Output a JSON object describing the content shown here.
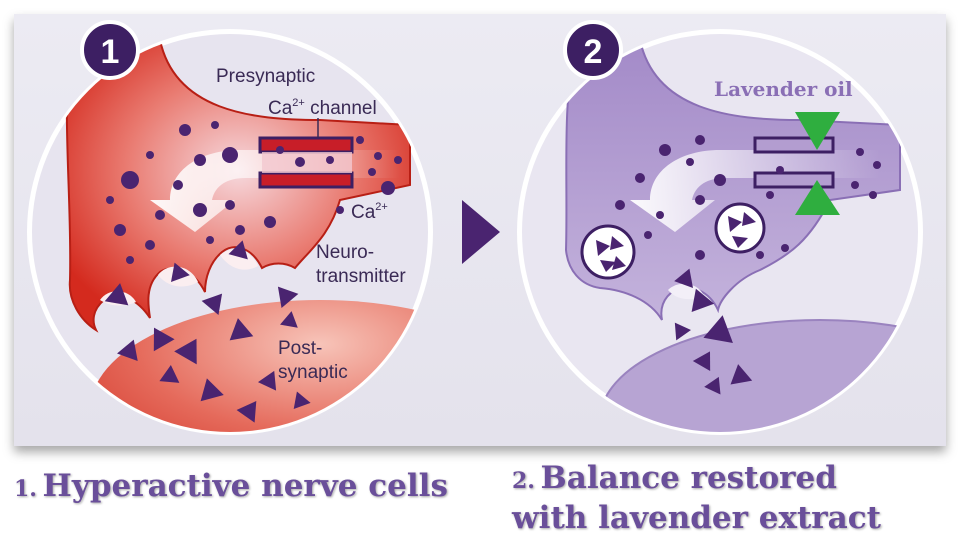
{
  "panel1": {
    "step": "1",
    "labels": {
      "presynaptic": "Presynaptic",
      "ca_channel_prefix": "Ca",
      "ca_channel_sup": "2+",
      "ca_channel_suffix": " channel",
      "ca_ion": "Ca",
      "ca_ion_sup": "2+",
      "neurotransmitter_line1": "Neuro-",
      "neurotransmitter_line2": "transmitter",
      "postsynaptic_line1": "Post-",
      "postsynaptic_line2": "synaptic"
    }
  },
  "panel2": {
    "step": "2",
    "labels": {
      "lavender_oil": "Lavender oil"
    }
  },
  "captions": {
    "c1_num": "1.",
    "c1_text": "Hyperactive  nerve cells",
    "c2_num": "2.",
    "c2_text": "Balance restored",
    "c2_cont": "with lavender extract"
  },
  "colors": {
    "purple_dark": "#4a2470",
    "purple_badge": "#3d1f63",
    "lilac": "#b39dd0",
    "red": "#d42a1e",
    "green": "#2fae3f",
    "caption": "#6a4f9a"
  }
}
